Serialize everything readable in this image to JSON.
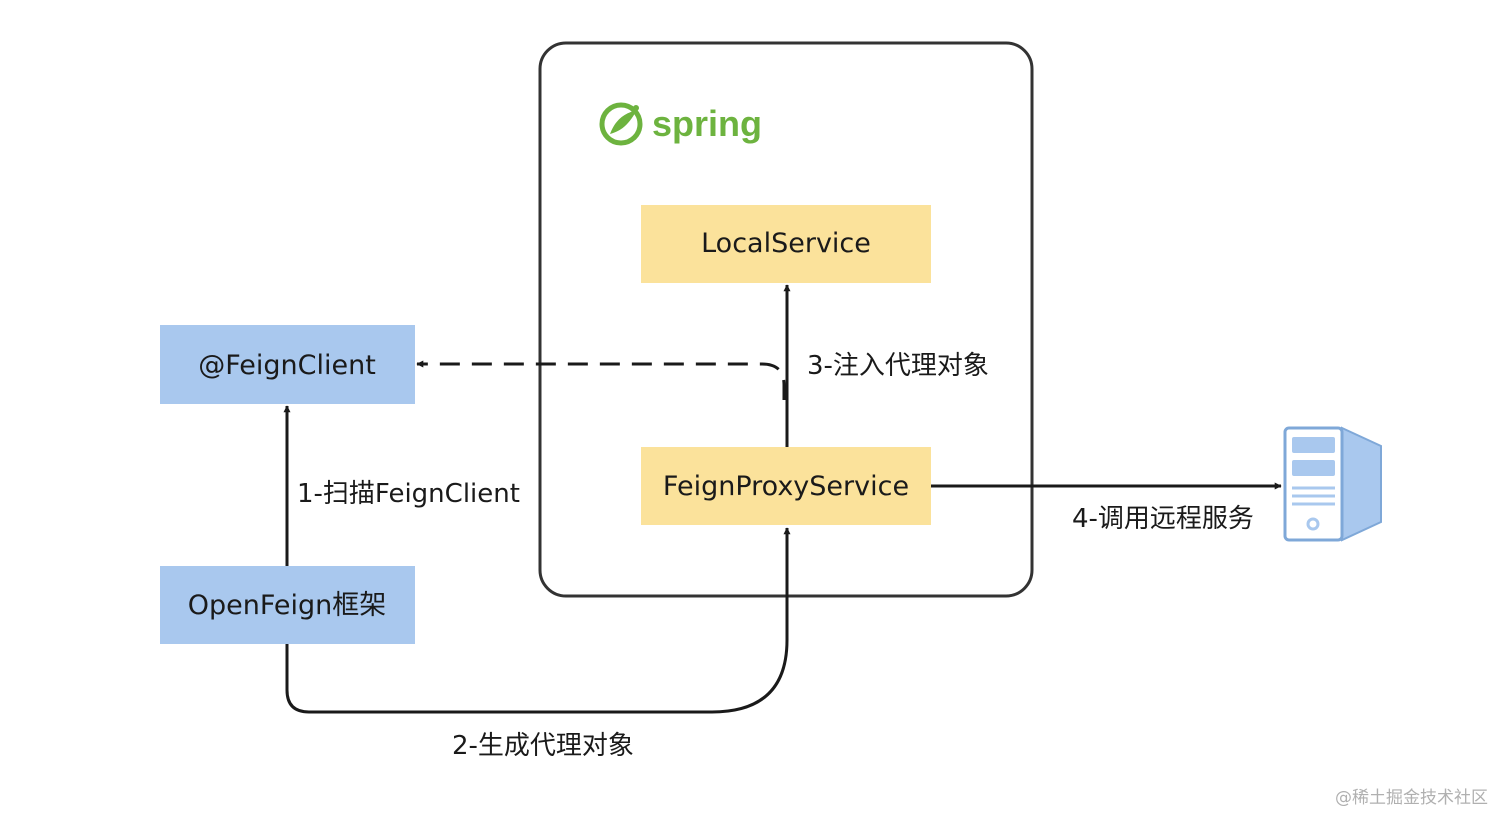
{
  "logo": {
    "text": "spring",
    "color": "#6db33f"
  },
  "boxes": {
    "feign_client": "@FeignClient",
    "openfeign": "OpenFeign框架",
    "local_service": "LocalService",
    "feign_proxy_service": "FeignProxyService"
  },
  "edges": {
    "scan": "1-扫描FeignClient",
    "generate": "2-生成代理对象",
    "inject": "3-注入代理对象",
    "remote_call": "4-调用远程服务"
  },
  "icons": {
    "remote_server": "server-icon"
  },
  "watermark": "@稀土掘金技术社区",
  "colors": {
    "blue_box": "#a9c8ee",
    "yellow_box": "#fbe29b",
    "spring_green": "#6db33f",
    "line": "#1a1a1a"
  }
}
